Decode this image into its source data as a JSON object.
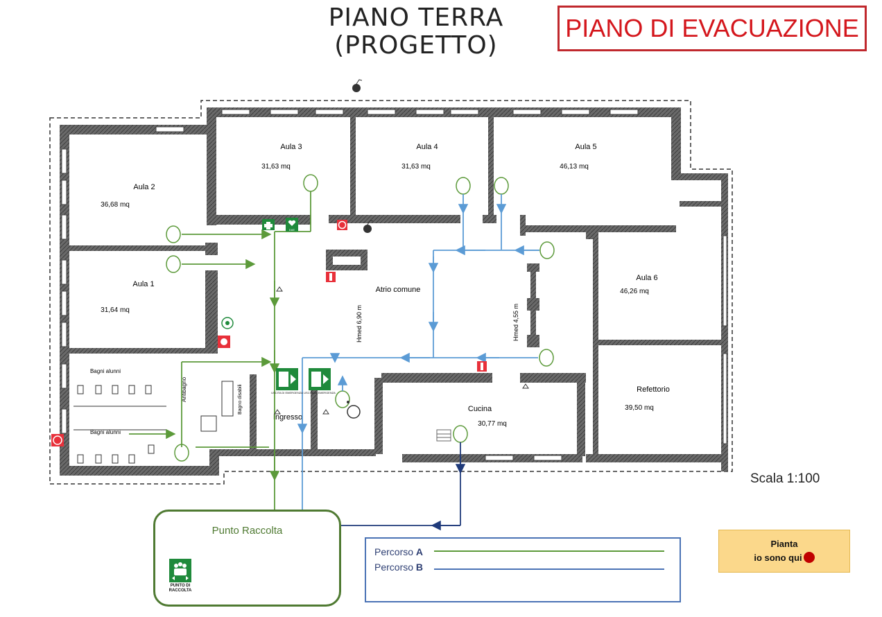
{
  "header": {
    "title_line1": "PIANO TERRA",
    "title_line2": "(PROGETTO)",
    "evacuation_title": "PIANO DI EVACUAZIONE"
  },
  "rooms": {
    "aula3": {
      "name": "Aula 3",
      "area": "31,63 mq"
    },
    "aula4": {
      "name": "Aula 4",
      "area": "31,63 mq"
    },
    "aula5": {
      "name": "Aula 5",
      "area": "46,13 mq"
    },
    "aula2": {
      "name": "Aula 2",
      "area": "36,68 mq"
    },
    "aula1": {
      "name": "Aula 1",
      "area": "31,64 mq"
    },
    "aula6": {
      "name": "Aula 6",
      "area": "46,26 mq"
    },
    "atrio": {
      "name": "Atrio comune"
    },
    "cucina": {
      "name": "Cucina",
      "area": "30,77 mq"
    },
    "refettorio": {
      "name": "Refettorio",
      "area": "39,50 mq"
    },
    "ingresso": {
      "name": "Ingresso"
    },
    "bagni1": {
      "name": "Bagni alunni"
    },
    "bagni2": {
      "name": "Bagni alunni"
    },
    "antibagno": {
      "name": "Antibagno"
    },
    "bagno_disabili": {
      "name": "Bagno disabili"
    }
  },
  "heights": {
    "h1": "Hmed 6,90 m",
    "h2": "Hmed 4,55 m"
  },
  "signs": {
    "exit_label_1": "USCITA DI EMERGENZA",
    "exit_label_2": "USCITA DI EMERGENZA",
    "dae": "DAE"
  },
  "scale": "Scala 1:100",
  "assembly": {
    "label": "Punto Raccolta",
    "icon_caption": "PUNTO DI RACCOLTA"
  },
  "legend": {
    "route_a_prefix": "Percorso ",
    "route_a_letter": "A",
    "route_b_prefix": "Percorso ",
    "route_b_letter": "B"
  },
  "you_are_here": {
    "line1": "Pianta",
    "line2": "io sono qui"
  },
  "colors": {
    "route_a": "#5c9a3a",
    "route_b": "#5b9bd5",
    "route_b_dark": "#1f3a7a",
    "wall": "#555555",
    "title_red": "#d4161c",
    "sign_green": "#1f8a3b",
    "fire_red": "#e8303a"
  }
}
